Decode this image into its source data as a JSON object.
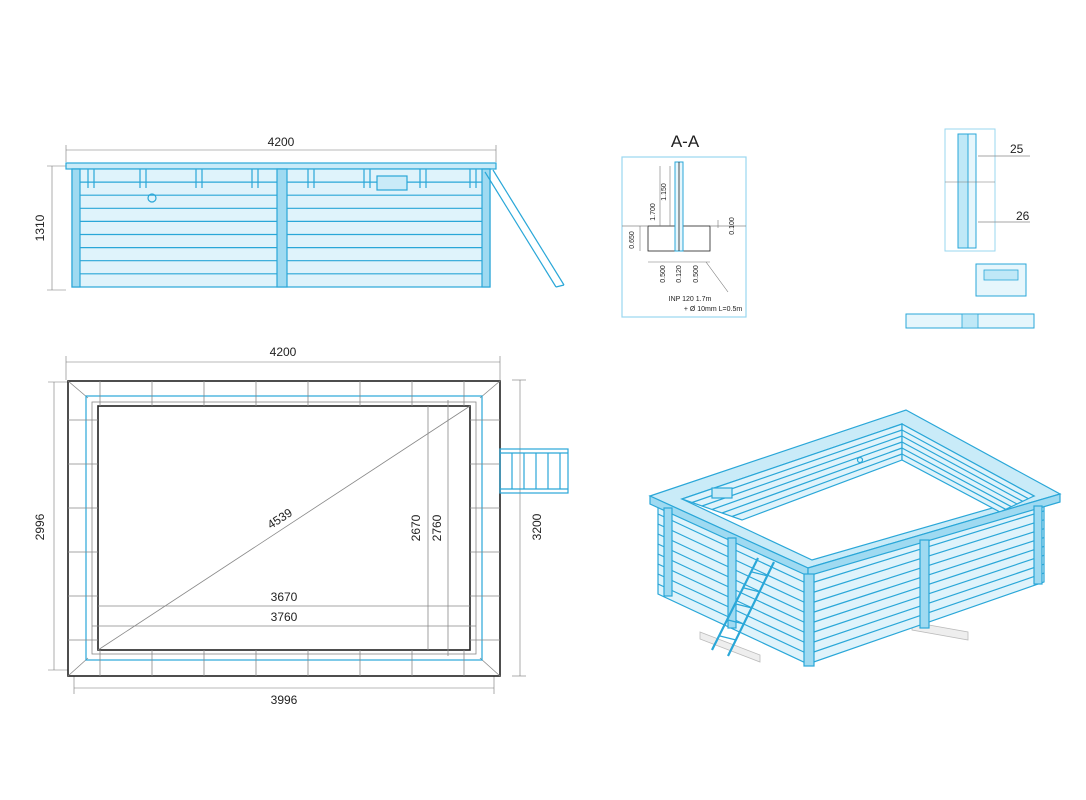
{
  "front_view": {
    "width_label": "4200",
    "height_label": "1310"
  },
  "plan_view": {
    "top_width": "4200",
    "bottom_width": "3996",
    "left_depth": "2996",
    "right_depth": "3200",
    "diagonal": "4539",
    "inner_depth_1": "2670",
    "inner_depth_2": "2760",
    "inner_length_1": "3670",
    "inner_length_2": "3760"
  },
  "section": {
    "title": "A-A",
    "dim_1700": "1.700",
    "dim_1150": "1.150",
    "dim_0650": "0.650",
    "dim_0100": "0.100",
    "dim_0500_a": "0.500",
    "dim_0120": "0.120",
    "dim_0500_b": "0.500",
    "note_line_1": "INP 120 1.7m",
    "note_line_2": "+ Ø 10mm L=0.5m"
  },
  "detail": {
    "callout_25": "25",
    "callout_26": "26"
  }
}
